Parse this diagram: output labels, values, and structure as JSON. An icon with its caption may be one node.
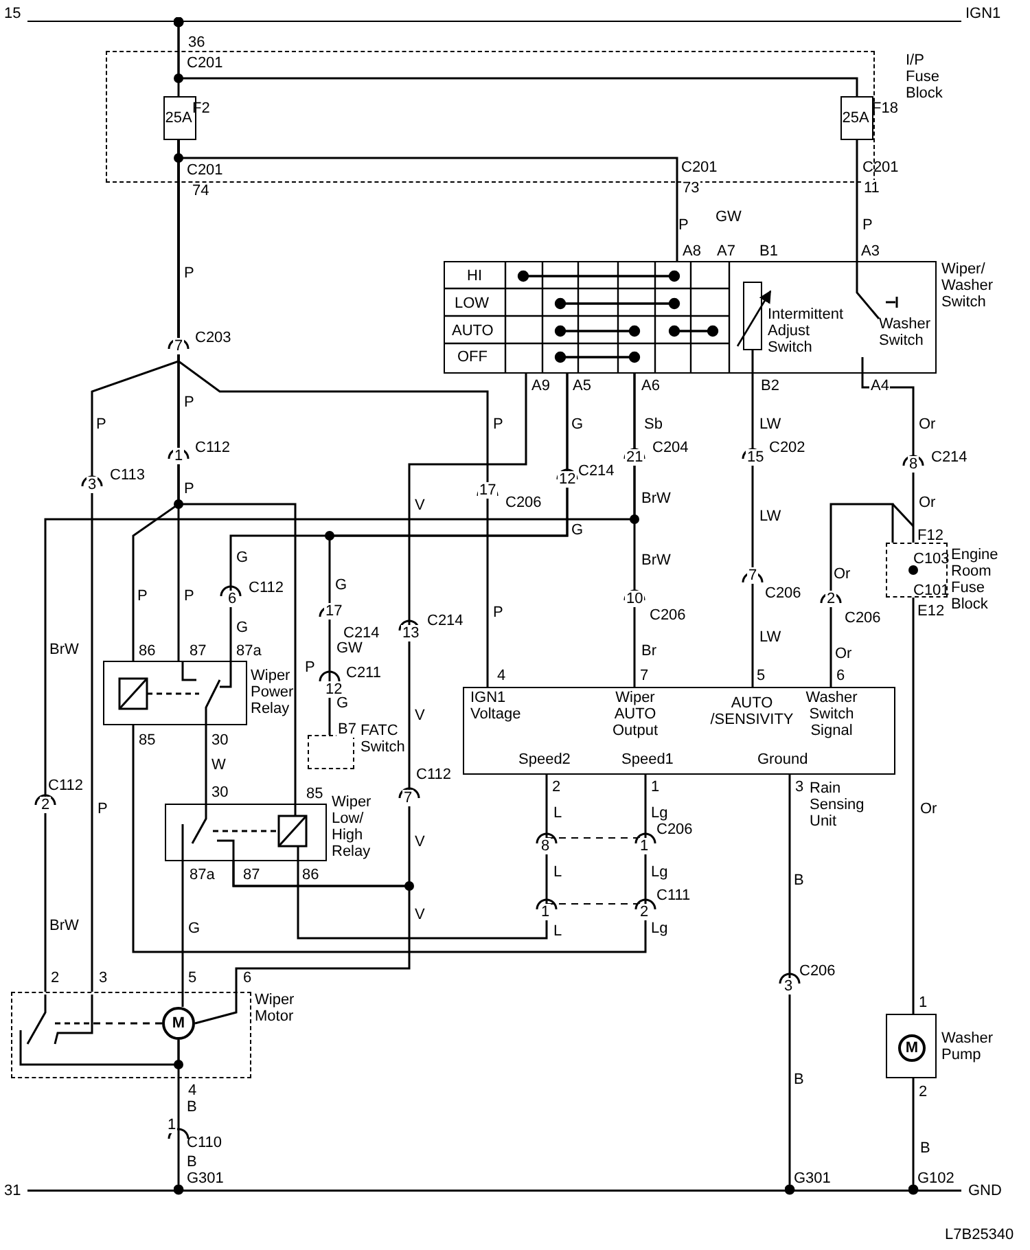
{
  "diagram": {
    "nodes": [
      {
        "text": [
          "I/P Fuse Block"
        ]
      },
      {
        "text": [
          "25A"
        ],
        "beside": [
          "F2"
        ],
        "in": 0
      },
      {
        "text": [
          "25A"
        ],
        "beside": [
          "F18"
        ],
        "in": 0
      },
      {
        "text": [
          "Wiper/ Washer Switch"
        ]
      },
      {
        "text": [
          "Intermittent Adjust Switch"
        ],
        "in": 3
      },
      {
        "text": [
          "Washer Switch"
        ],
        "in": 3
      },
      {
        "text": [
          "Wiper Power Relay"
        ]
      },
      {
        "text": [
          "FATC Switch"
        ]
      },
      {
        "text": [
          "Wiper Low/ High Relay"
        ]
      },
      {
        "text": [
          "IGN1 Voltage",
          "Wiper AUTO Output",
          "AUTO /SENSIVITY",
          "Washer Switch Signal",
          "Speed2",
          "Speed1",
          "Ground",
          "Rain Sensing Unit"
        ]
      },
      {
        "text": [
          "Engine Room Fuse Block"
        ]
      },
      {
        "text": [
          "Wiper Motor"
        ]
      },
      {
        "text": [
          "Washer Pump"
        ]
      },
      {
        "text": [
          "M"
        ],
        "in": 11
      },
      {
        "text": [
          "M"
        ],
        "in": 12
      },
      {
        "text": [
          "15",
          "IGN1"
        ]
      },
      {
        "text": [
          "31",
          "GND"
        ]
      },
      {
        "text": [],
        "shape": "switch",
        "in": 11
      }
    ],
    "edges": [
      {
        "from": 15,
        "to": 1,
        "arrow": "other"
      },
      {
        "from": 15,
        "to": 2,
        "arrow": "other"
      },
      {
        "from": 1,
        "to": 3,
        "arrow": "none"
      },
      {
        "from": 1,
        "to": 6,
        "arrow": "none"
      },
      {
        "from": 1,
        "to": 6,
        "arrow": "none"
      },
      {
        "from": 1,
        "to": 8,
        "arrow": "none"
      },
      {
        "from": 1,
        "to": 11,
        "arrow": "none"
      },
      {
        "from": 1,
        "to": 9,
        "arrow": "none"
      },
      {
        "from": 2,
        "to": 5,
        "arrow": "none"
      },
      {
        "from": 3,
        "to": 8,
        "arrow": "none"
      },
      {
        "from": 3,
        "to": 6,
        "arrow": "none"
      },
      {
        "from": 3,
        "to": 7,
        "arrow": "none"
      },
      {
        "from": 3,
        "to": 9,
        "arrow": "none"
      },
      {
        "from": 3,
        "to": 11,
        "arrow": "none"
      },
      {
        "from": 4,
        "to": 9,
        "arrow": "none"
      },
      {
        "from": 5,
        "to": 10,
        "arrow": "none"
      },
      {
        "from": 10,
        "to": 9,
        "arrow": "none"
      },
      {
        "from": 10,
        "to": 12,
        "arrow": "none"
      },
      {
        "from": 6,
        "to": 8,
        "arrow": "none"
      },
      {
        "from": 6,
        "to": 9,
        "arrow": "none"
      },
      {
        "from": 8,
        "to": 9,
        "arrow": "none"
      },
      {
        "from": 8,
        "to": 13,
        "arrow": "none"
      },
      {
        "from": 13,
        "to": 8,
        "arrow": "none"
      },
      {
        "from": 13,
        "to": 16,
        "arrow": "other"
      },
      {
        "from": 9,
        "to": 16,
        "arrow": "other"
      },
      {
        "from": 12,
        "to": 16,
        "arrow": "other"
      },
      {
        "from": 13,
        "to": 17,
        "arrow": "none"
      },
      {
        "from": 13,
        "to": 17,
        "arrow": "none",
        "style": "dashed"
      }
    ],
    "labels": [
      "36",
      "C201",
      "C201",
      "74",
      "C201",
      "73",
      "C201",
      "11",
      "GW",
      "P",
      "P",
      "A8",
      "A7",
      "B1",
      "A3",
      "P",
      "HI",
      "LOW",
      "AUTO",
      "OFF",
      "C203",
      "7",
      "A9",
      "A5",
      "A6",
      "B2",
      "A4",
      "P",
      "P",
      "P",
      "G",
      "Sb",
      "LW",
      "Or",
      "1",
      "C112",
      "21",
      "C204",
      "15",
      "C202",
      "8",
      "C214",
      "3",
      "C113",
      "12",
      "C214",
      "17",
      "C206",
      "P",
      "V",
      "BrW",
      "LW",
      "Or",
      "F12",
      "G",
      "G",
      "C103",
      "Or",
      "BrW",
      "P",
      "P",
      "6",
      "C112",
      "G",
      "C101",
      "17",
      "E12",
      "C214",
      "13",
      "C214",
      "7",
      "C206",
      "10",
      "C206",
      "2",
      "C206",
      "G",
      "BrW",
      "LW",
      "Br",
      "Or",
      "GW",
      "C211",
      "P",
      "86",
      "87",
      "87a",
      "12",
      "P",
      "4",
      "7",
      "5",
      "6",
      "G",
      "V",
      "B7",
      "85",
      "30",
      "W",
      "C112",
      "C112",
      "2",
      "7",
      "P",
      "30",
      "85",
      "2",
      "1",
      "3",
      "L",
      "Lg",
      "Or",
      "V",
      "8",
      "1",
      "C206",
      "L",
      "Lg",
      "B",
      "87a",
      "87",
      "86",
      "V",
      "1",
      "2",
      "C111",
      "BrW",
      "G",
      "L",
      "Lg",
      "C206",
      "3",
      "2",
      "3",
      "5",
      "6",
      "1",
      "B",
      "4",
      "2",
      "B",
      "1",
      "C110",
      "B",
      "B",
      "G301",
      "G301",
      "G102",
      "L7B25340"
    ]
  }
}
